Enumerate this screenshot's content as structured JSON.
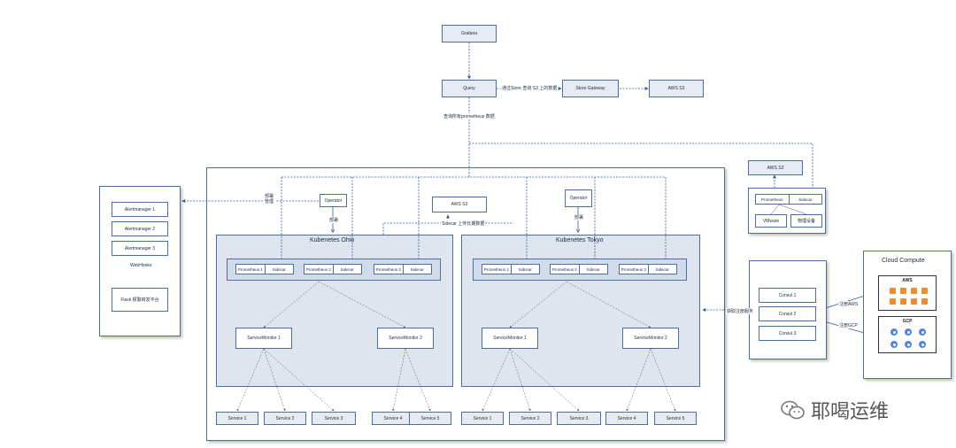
{
  "top": {
    "grafana": "Grafana",
    "query": "Query",
    "store_gateway": "Store Gateway",
    "aws_s3_top": "AWS S3",
    "store_edge_label": "通过Store 查询 S3 上的数据",
    "query_edge_label": "查询所有prometheus 数据"
  },
  "alert_panel": {
    "items": [
      "Alertmanager 1",
      "Alertmanager 2",
      "Alertmanager 3"
    ],
    "webhooks": "WebHooks",
    "flask": "Flask 报警转发平台",
    "edge_label": "部署\n管理"
  },
  "center": {
    "aws_s3_mid": "AWS S3",
    "sidecar_label": "Sidecar 上传长期数据",
    "operator_left": "Operator",
    "operator_right": "Operator",
    "deploy_left": "部署",
    "deploy_right": "部署"
  },
  "clusters": [
    {
      "title": "Kubenetes Ohio",
      "prometheus": [
        {
          "name": "Prometheus 1",
          "sidecar": "Sidecar"
        },
        {
          "name": "Prometheus 2",
          "sidecar": "Sidecar"
        },
        {
          "name": "Prometheus 3",
          "sidecar": "Sidecar"
        }
      ],
      "monitors": [
        "ServiceMonitor 1",
        "ServiceMonitor 2"
      ],
      "services": [
        "Service 1",
        "Service 2",
        "Service 3",
        "Service 4",
        "Service 5"
      ]
    },
    {
      "title": "Kubenetes Tokyo",
      "prometheus": [
        {
          "name": "Prometheus 1",
          "sidecar": "Sidecar"
        },
        {
          "name": "Prometheus 2",
          "sidecar": "Sidecar"
        },
        {
          "name": "Prometheus 3",
          "sidecar": "Sidecar"
        }
      ],
      "monitors": [
        "ServiceMonitor 1",
        "ServiceMonitor 2"
      ],
      "services": [
        "Service 1",
        "Service 2",
        "Service 3",
        "Service 4",
        "Service 5"
      ]
    }
  ],
  "vm_panel": {
    "aws_s3": "AWS S3",
    "prometheus": "Prometheus",
    "sidecar": "Sidecar",
    "vmware": "VMware",
    "physical": "物理设备"
  },
  "consul": {
    "items": [
      "Consul 1",
      "Consul 2",
      "Consul 3"
    ],
    "edge_label": "获取注册服务",
    "reg_aws": "注册AWS",
    "reg_gcp": "注册GCP"
  },
  "cloud": {
    "title": "Cloud Compute",
    "aws": "AWS",
    "gcp": "GCP"
  },
  "watermark": "耶喝运维",
  "colors": {
    "line": "#2f5d9c",
    "box_fill": "#e6ebf3",
    "accent_aws": "#f28c28",
    "accent_gcp": "#4a86e8"
  }
}
